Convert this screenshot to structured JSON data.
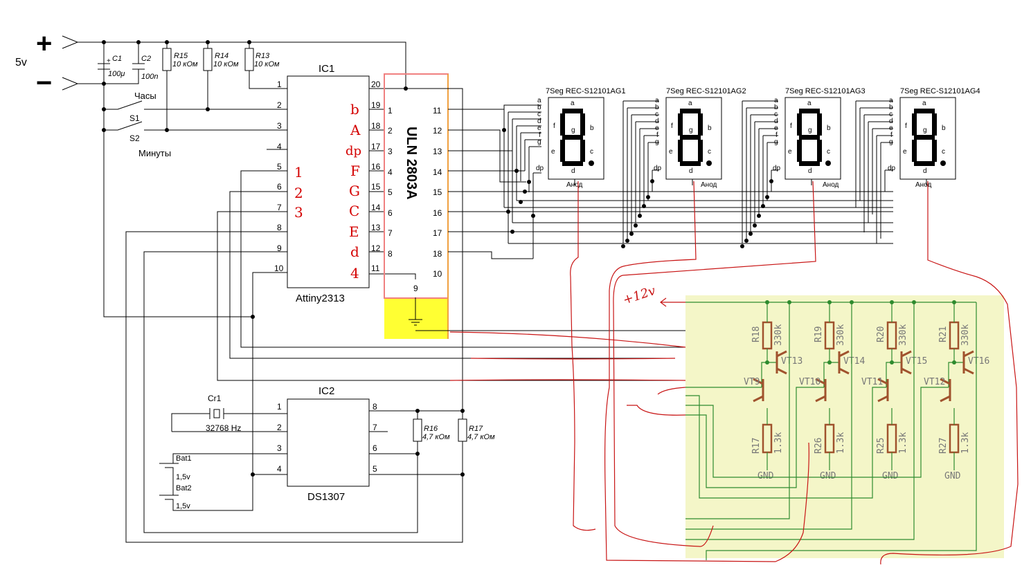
{
  "supply": {
    "plus": "+",
    "minus": "−",
    "voltage": "5v"
  },
  "caps": [
    {
      "ref": "C1",
      "val": "100μ"
    },
    {
      "ref": "C2",
      "val": "100n"
    }
  ],
  "resistors": [
    {
      "ref": "R15",
      "val": "10 кОм"
    },
    {
      "ref": "R14",
      "val": "10 кОм"
    },
    {
      "ref": "R13",
      "val": "10 кОм"
    },
    {
      "ref": "R16",
      "val": "4,7 кОм"
    },
    {
      "ref": "R17",
      "val": "4,7 кОм"
    }
  ],
  "switches": [
    {
      "ref": "S1",
      "label": "Часы"
    },
    {
      "ref": "S2",
      "label": "Минуты"
    }
  ],
  "ic1": {
    "ref": "IC1",
    "name": "Attiny2313",
    "left_pins": [
      "1",
      "2",
      "3",
      "4",
      "5",
      "6",
      "7",
      "8",
      "9",
      "10"
    ],
    "right_pins": [
      "20",
      "19",
      "18",
      "17",
      "16",
      "15",
      "14",
      "13",
      "12",
      "11"
    ]
  },
  "uln": {
    "name": "ULN 2803A",
    "left_pins": [
      "1",
      "2",
      "3",
      "4",
      "5",
      "6",
      "7",
      "8"
    ],
    "right_pins": [
      "11",
      "12",
      "13",
      "14",
      "15",
      "16",
      "17",
      "18",
      "10"
    ],
    "gnd_pin": "9"
  },
  "ic2": {
    "ref": "IC2",
    "name": "DS1307",
    "left_pins": [
      "1",
      "2",
      "3",
      "4"
    ],
    "right_pins": [
      "8",
      "7",
      "6",
      "5"
    ]
  },
  "crystal": {
    "ref": "Cr1",
    "val": "32768 Hz"
  },
  "batteries": [
    {
      "ref": "Bat1",
      "val": "1,5v"
    },
    {
      "ref": "Bat2",
      "val": "1,5v"
    }
  ],
  "red_notes": {
    "segments": [
      "b",
      "A",
      "dp",
      "F",
      "G",
      "C",
      "E",
      "d",
      "4"
    ],
    "digits": [
      "1",
      "2",
      "3"
    ],
    "supply": "+12v"
  },
  "displays": [
    {
      "name": "7Seg REC-S12101AG1",
      "anode": "Анод"
    },
    {
      "name": "7Seg REC-S12101AG2",
      "anode": "Анод"
    },
    {
      "name": "7Seg REC-S12101AG3",
      "anode": "Анод"
    },
    {
      "name": "7Seg REC-S12101AG4",
      "anode": "Анод"
    }
  ],
  "segment_letters": [
    "a",
    "b",
    "c",
    "d",
    "e",
    "f",
    "g",
    "dp"
  ],
  "drivers": [
    {
      "r_top": "R18",
      "r_top_val": "330k",
      "vt_top": "VT13",
      "vt_bot": "VT9",
      "r_bot": "R17",
      "r_bot_val": "1.3k",
      "gnd": "GND"
    },
    {
      "r_top": "R19",
      "r_top_val": "330k",
      "vt_top": "VT14",
      "vt_bot": "VT10",
      "r_bot": "R26",
      "r_bot_val": "1.3k",
      "gnd": "GND"
    },
    {
      "r_top": "R20",
      "r_top_val": "330k",
      "vt_top": "VT15",
      "vt_bot": "VT11",
      "r_bot": "R25",
      "r_bot_val": "1.3k",
      "gnd": "GND"
    },
    {
      "r_top": "R21",
      "r_top_val": "330k",
      "vt_top": "VT16",
      "vt_bot": "VT12",
      "r_bot": "R27",
      "r_bot_val": "1.3k",
      "gnd": "GND"
    }
  ],
  "colors": {
    "uln_border": "#f08080",
    "uln_gnd_fill": "#ffff33",
    "driver_panel": "#f4f6c8",
    "hand_ink": "#c81414",
    "driver_wire": "#2e8b2e"
  }
}
